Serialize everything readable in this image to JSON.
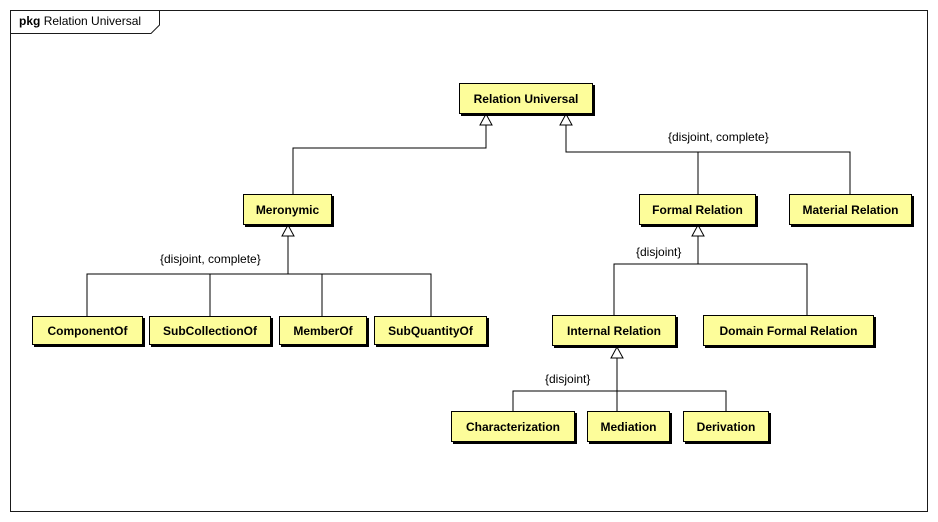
{
  "package": {
    "keyword": "pkg",
    "name": "Relation Universal"
  },
  "classes": {
    "relation_universal": "Relation Universal",
    "meronymic": "Meronymic",
    "formal_relation": "Formal Relation",
    "material_relation": "Material Relation",
    "component_of": "ComponentOf",
    "sub_collection_of": "SubCollectionOf",
    "member_of": "MemberOf",
    "sub_quantity_of": "SubQuantityOf",
    "internal_relation": "Internal Relation",
    "domain_formal_relation": "Domain Formal Relation",
    "characterization": "Characterization",
    "mediation": "Mediation",
    "derivation": "Derivation"
  },
  "constraints": {
    "relation_universal_right": "{disjoint, complete}",
    "meronymic": "{disjoint, complete}",
    "formal_relation": "{disjoint}",
    "internal_relation": "{disjoint}"
  },
  "colors": {
    "class_fill": "#fdfd9a",
    "line": "#000000"
  }
}
